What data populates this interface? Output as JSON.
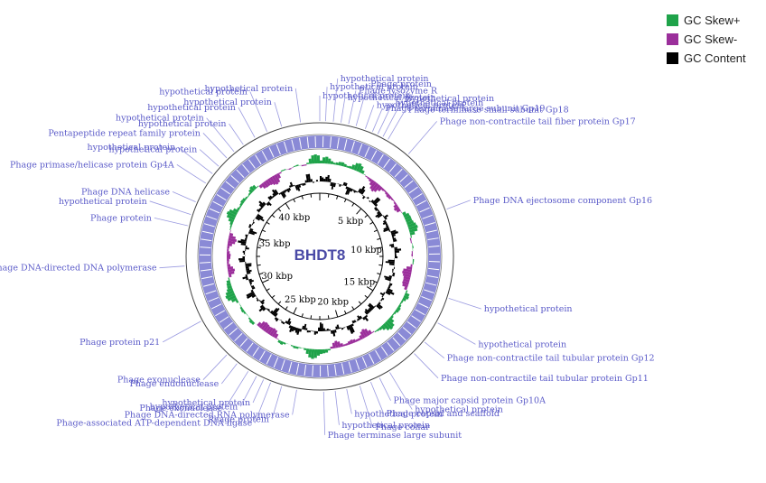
{
  "title": "BHDT8",
  "legend": [
    {
      "label": "GC Skew+",
      "color": "#1fa34a"
    },
    {
      "label": "GC Skew-",
      "color": "#9b2f9b"
    },
    {
      "label": "GC Content",
      "color": "#000000"
    }
  ],
  "colors": {
    "gene": "#8a8ad6",
    "label": "#5a5ac8",
    "leader": "#9a9ae0"
  },
  "genome_kbp": 44,
  "kbp_ticks": [
    {
      "kbp": 5,
      "label": "5 kbp"
    },
    {
      "kbp": 10,
      "label": "10 kbp"
    },
    {
      "kbp": 15,
      "label": "15 kbp"
    },
    {
      "kbp": 20,
      "label": "20 kbp"
    },
    {
      "kbp": 25,
      "label": "25 kbp"
    },
    {
      "kbp": 30,
      "label": "30 kbp"
    },
    {
      "kbp": 35,
      "label": "35 kbp"
    },
    {
      "kbp": 40,
      "label": "40 kbp"
    }
  ],
  "gene_labels": [
    {
      "text": "hypothetical protein",
      "kbp": 0.0
    },
    {
      "text": "hypothetical protein",
      "kbp": 0.3
    },
    {
      "text": "hypothetical protein",
      "kbp": 0.7
    },
    {
      "text": "hypothetical protein",
      "kbp": 1.1
    },
    {
      "text": "Phage lysozyme R",
      "kbp": 1.5
    },
    {
      "text": "Phage protein",
      "kbp": 1.9
    },
    {
      "text": "hypothetical protein",
      "kbp": 2.4
    },
    {
      "text": "hypothetical protein",
      "kbp": 3.1
    },
    {
      "text": "hypothetical protein",
      "kbp": 3.4
    },
    {
      "text": "Phage terminase large subunit Gp19",
      "kbp": 2.8
    },
    {
      "text": "Phage terminase small subunit Gp18",
      "kbp": 3.7
    },
    {
      "text": "Phage non-contractile tail fiber protein Gp17",
      "kbp": 5.0
    },
    {
      "text": "Phage DNA ejectosome component Gp16",
      "kbp": 8.5
    },
    {
      "text": "hypothetical protein",
      "kbp": 13.2
    },
    {
      "text": "hypothetical protein",
      "kbp": 14.6
    },
    {
      "text": "Phage non-contractile tail tubular protein Gp12",
      "kbp": 15.8
    },
    {
      "text": "Phage non-contractile tail tubular protein Gp11",
      "kbp": 16.6
    },
    {
      "text": "hypothetical protein",
      "kbp": 18.2
    },
    {
      "text": "Phage major capsid protein Gp10A",
      "kbp": 18.8
    },
    {
      "text": "Phage capsid and scaffold",
      "kbp": 19.3
    },
    {
      "text": "Phage collar",
      "kbp": 19.9
    },
    {
      "text": "hypothetical protein",
      "kbp": 20.6
    },
    {
      "text": "hypothetical protein",
      "kbp": 21.2
    },
    {
      "text": "Phage terminase large subunit",
      "kbp": 21.8
    },
    {
      "text": "Phage DNA-directed RNA polymerase",
      "kbp": 23.2
    },
    {
      "text": "Phage protein",
      "kbp": 24.0
    },
    {
      "text": "Phage-associated ATP-dependent DNA ligase",
      "kbp": 24.6
    },
    {
      "text": "hypothetical protein",
      "kbp": 25.0
    },
    {
      "text": "hypothetical protein",
      "kbp": 25.4
    },
    {
      "text": "Phage exonuclease",
      "kbp": 25.9
    },
    {
      "text": "Phage endonuclease",
      "kbp": 26.6
    },
    {
      "text": "Phage exonuclease",
      "kbp": 27.3
    },
    {
      "text": "Phage protein p21",
      "kbp": 29.5
    },
    {
      "text": "Phage DNA-directed DNA polymerase",
      "kbp": 32.5
    },
    {
      "text": "Phage protein",
      "kbp": 34.6
    },
    {
      "text": "hypothetical protein",
      "kbp": 35.2
    },
    {
      "text": "Phage DNA helicase",
      "kbp": 35.9
    },
    {
      "text": "Phage primase/helicase protein Gp4A",
      "kbp": 37.0
    },
    {
      "text": "hypothetical protein",
      "kbp": 37.6
    },
    {
      "text": "hypothetical protein",
      "kbp": 38.1
    },
    {
      "text": "Pentapeptide repeat family protein",
      "kbp": 38.7
    },
    {
      "text": "hypothetical protein",
      "kbp": 39.2
    },
    {
      "text": "hypothetical protein",
      "kbp": 39.8
    },
    {
      "text": "hypothetical protein",
      "kbp": 40.5
    },
    {
      "text": "hypothetical protein",
      "kbp": 41.2
    },
    {
      "text": "hypothetical protein",
      "kbp": 42.0
    },
    {
      "text": "hypothetical protein",
      "kbp": 43.0
    }
  ]
}
